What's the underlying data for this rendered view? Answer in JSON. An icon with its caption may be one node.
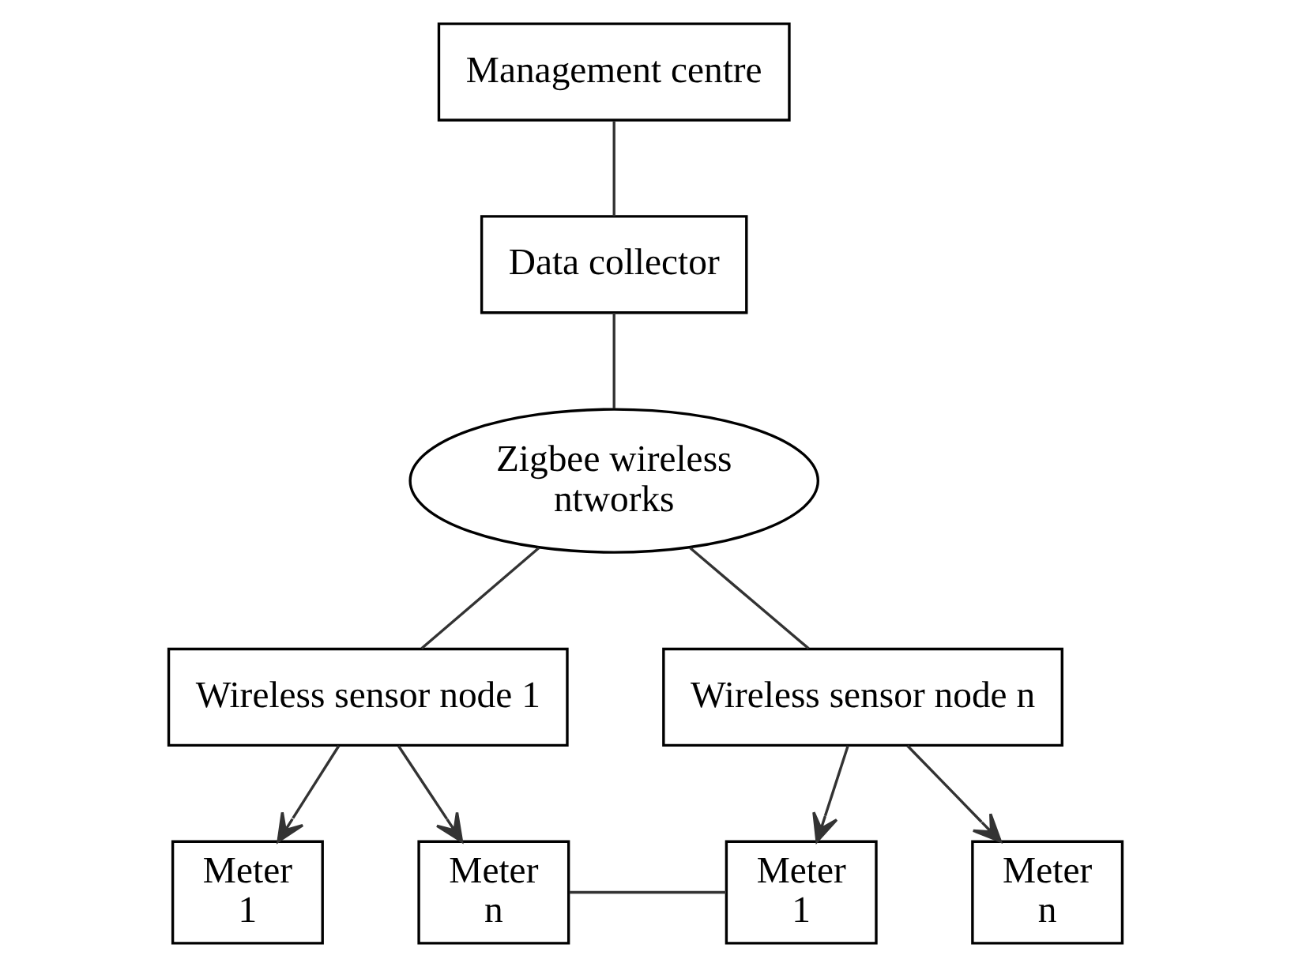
{
  "diagram": {
    "nodes": [
      {
        "text": [
          "Management centre"
        ]
      },
      {
        "text": [
          "Data collector"
        ]
      },
      {
        "text": [
          "Zigbee wireless ntworks"
        ]
      },
      {
        "text": [
          "Wireless sensor node 1"
        ]
      },
      {
        "text": [
          "Wireless sensor node n"
        ]
      },
      {
        "text": [
          "Meter 1"
        ]
      },
      {
        "text": [
          "Meter n"
        ]
      },
      {
        "text": [
          "Meter 1"
        ]
      },
      {
        "text": [
          "Meter n"
        ]
      }
    ],
    "edges": [
      {
        "from": 0,
        "to": 1,
        "arrow": "none"
      },
      {
        "from": 1,
        "to": 2,
        "arrow": "none"
      },
      {
        "from": 2,
        "to": 3,
        "arrow": "none"
      },
      {
        "from": 2,
        "to": 4,
        "arrow": "none"
      },
      {
        "from": 3,
        "to": 5,
        "arrow": "to"
      },
      {
        "from": 3,
        "to": 6,
        "arrow": "to"
      },
      {
        "from": 4,
        "to": 7,
        "arrow": "to"
      },
      {
        "from": 4,
        "to": 8,
        "arrow": "to"
      },
      {
        "from": 6,
        "to": 7,
        "arrow": "none"
      }
    ]
  }
}
